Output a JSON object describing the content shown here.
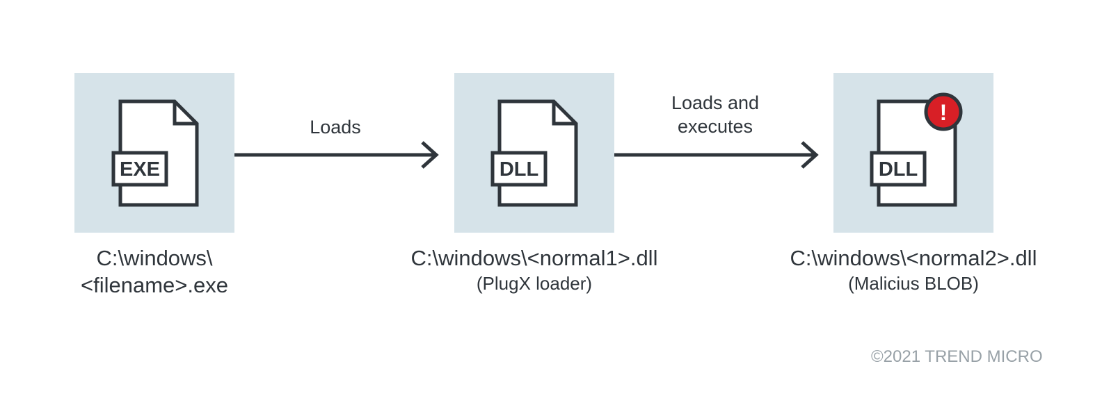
{
  "nodes": [
    {
      "badge": "EXE",
      "path_lines": [
        "C:\\windows\\",
        "<filename>.exe"
      ],
      "note": ""
    },
    {
      "badge": "DLL",
      "path_lines": [
        "C:\\windows\\<normal1>.dll"
      ],
      "note": "(PlugX loader)"
    },
    {
      "badge": "DLL",
      "path_lines": [
        "C:\\windows\\<normal2>.dll"
      ],
      "note": "(Malicius BLOB)",
      "alert_mark": "!"
    }
  ],
  "edges": [
    {
      "label_lines": [
        "Loads"
      ]
    },
    {
      "label_lines": [
        "Loads and",
        "executes"
      ]
    }
  ],
  "copyright": "©2021 TREND MICRO",
  "colors": {
    "tile_bg": "#d6e3e9",
    "stroke": "#2f353b",
    "alert": "#d81f26",
    "muted": "#98a1a7"
  },
  "icons": [
    "file-exe-icon",
    "file-dll-icon",
    "file-dll-icon",
    "alert-icon",
    "arrow-right-icon"
  ]
}
